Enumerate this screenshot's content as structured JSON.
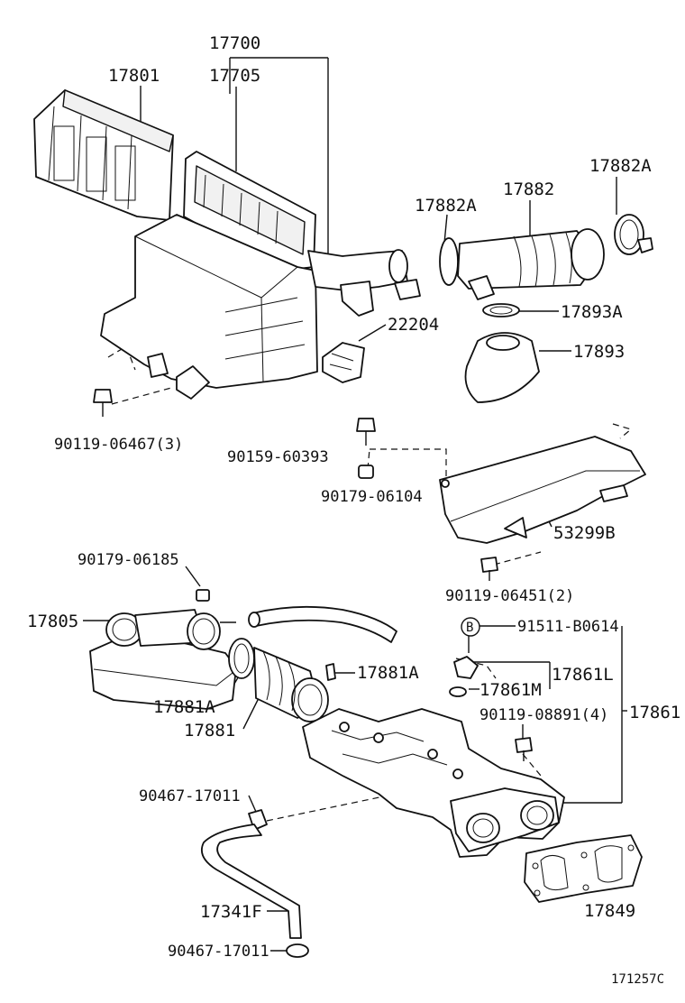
{
  "diagram_id": "171257C",
  "labels": {
    "p17700": "17700",
    "p17801": "17801",
    "p17705": "17705",
    "p17882": "17882",
    "p17882A_left": "17882A",
    "p17882A_right": "17882A",
    "p17893A": "17893A",
    "p22204": "22204",
    "p17893": "17893",
    "p90119_06467": "90119-06467(3)",
    "p90159_60393": "90159-60393",
    "p90179_06104": "90179-06104",
    "p53299B": "53299B",
    "p90179_06185": "90179-06185",
    "p90119_06451": "90119-06451(2)",
    "p17805": "17805",
    "circle_b": "B",
    "p91511_B0614": "91511-B0614",
    "p17881A_right": "17881A",
    "p17861L": "17861L",
    "p17881A_left": "17881A",
    "p17861M": "17861M",
    "p17881": "17881",
    "p90119_08891": "90119-08891(4)",
    "p17861": "17861",
    "p90467_17011_top": "90467-17011",
    "p17341F": "17341F",
    "p17849": "17849",
    "p90467_17011_bottom": "90467-17011"
  }
}
